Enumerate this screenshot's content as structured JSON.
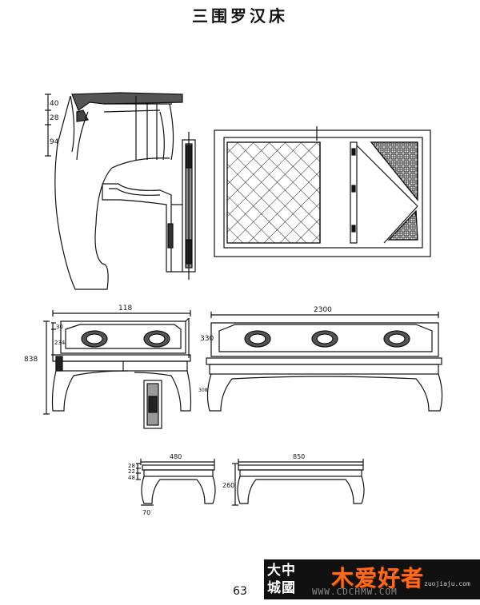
{
  "title": "三围罗汉床",
  "page_number": "63",
  "dimensions": {
    "detail_40": "40",
    "detail_28": "28",
    "detail_94": "94",
    "side_width": "118",
    "front_length": "2300",
    "total_height": "838",
    "rail_30": "30",
    "rail_234": "234",
    "back_330": "330",
    "leg_308": "308",
    "stool_width": "480",
    "stool_length": "850",
    "stool_28": "28",
    "stool_22": "22",
    "stool_48": "48",
    "stool_height": "260",
    "stool_foot": "70"
  },
  "watermark": {
    "left_text": "大中\n城國",
    "brand": "木爱好者",
    "sub": "zuojiaju.com",
    "url": "WWW.CDCHMW.COM"
  }
}
